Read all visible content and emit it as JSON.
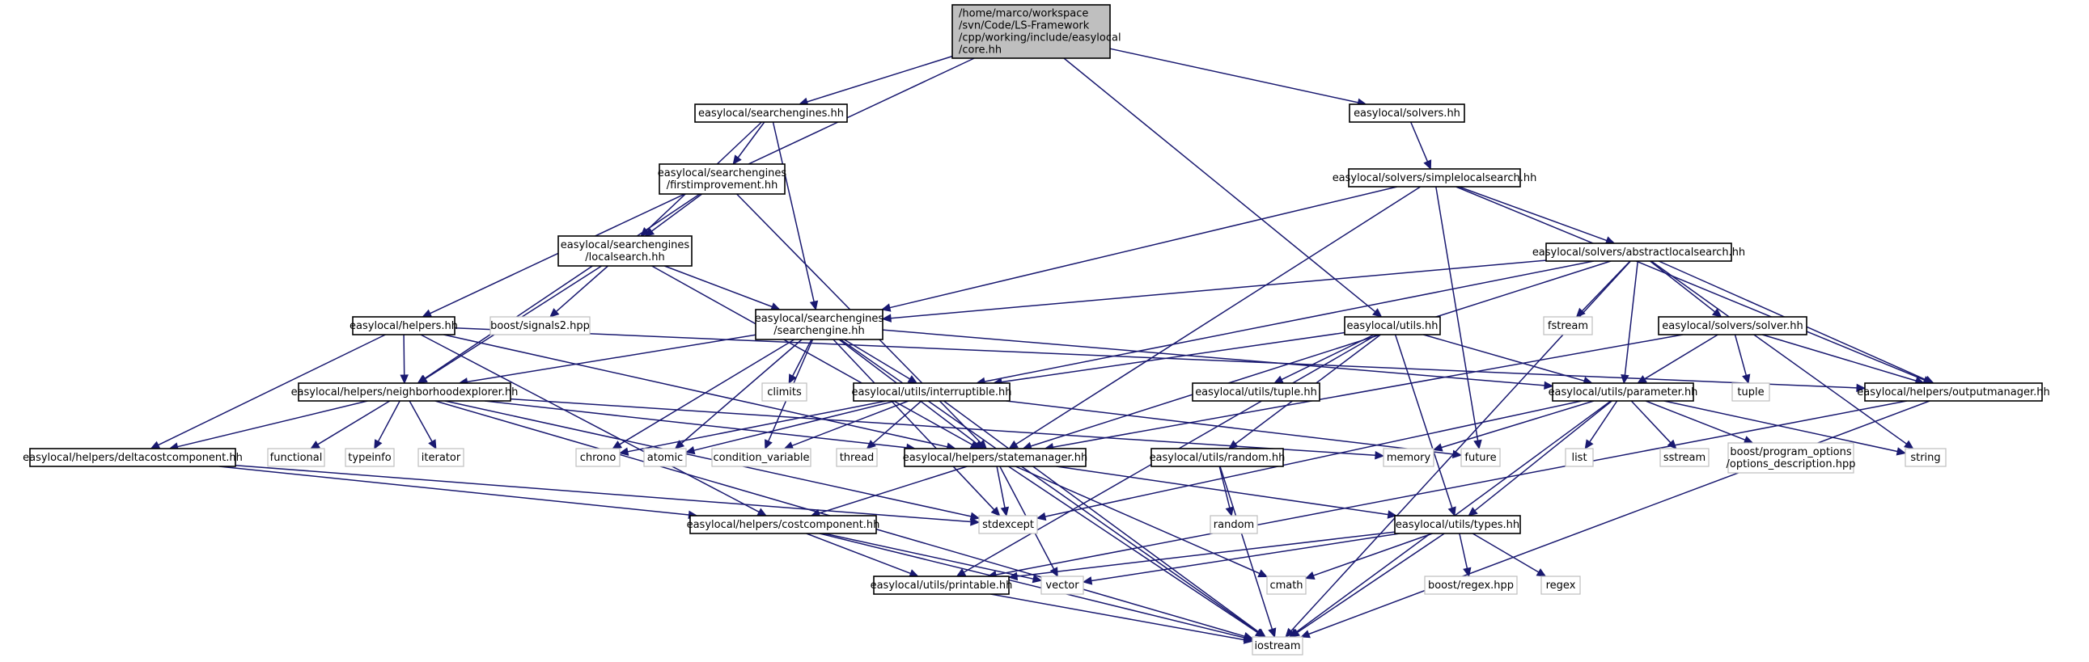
{
  "colors": {
    "edge": "#191970",
    "root_fill": "#bfbfbf",
    "box_border": "#000000",
    "system_border": "#bfbfbf"
  },
  "nodes": [
    {
      "id": "core",
      "lines": [
        "/home/marco/workspace",
        "/svn/Code/LS-Framework",
        "/cpp/working/include/easylocal",
        "/core.hh"
      ],
      "kind": "root"
    },
    {
      "id": "searchengines",
      "lines": [
        "easylocal/searchengines.hh"
      ],
      "kind": "file"
    },
    {
      "id": "solvers",
      "lines": [
        "easylocal/solvers.hh"
      ],
      "kind": "file"
    },
    {
      "id": "helpers",
      "lines": [
        "easylocal/helpers.hh"
      ],
      "kind": "file"
    },
    {
      "id": "firstimprovement",
      "lines": [
        "easylocal/searchengines",
        "/firstimprovement.hh"
      ],
      "kind": "file"
    },
    {
      "id": "localsearch",
      "lines": [
        "easylocal/searchengines",
        "/localsearch.hh"
      ],
      "kind": "file"
    },
    {
      "id": "simplelocalsearch",
      "lines": [
        "easylocal/solvers/simplelocalsearch.hh"
      ],
      "kind": "file"
    },
    {
      "id": "abstractlocalsearch",
      "lines": [
        "easylocal/solvers/abstractlocalsearch.hh"
      ],
      "kind": "file"
    },
    {
      "id": "searchengine",
      "lines": [
        "easylocal/searchengines",
        "/searchengine.hh"
      ],
      "kind": "file"
    },
    {
      "id": "utils",
      "lines": [
        "easylocal/utils.hh"
      ],
      "kind": "file"
    },
    {
      "id": "solver",
      "lines": [
        "easylocal/solvers/solver.hh"
      ],
      "kind": "file"
    },
    {
      "id": "neighborhoodexplorer",
      "lines": [
        "easylocal/helpers/neighborhoodexplorer.hh"
      ],
      "kind": "file"
    },
    {
      "id": "interruptible",
      "lines": [
        "easylocal/utils/interruptible.hh"
      ],
      "kind": "file"
    },
    {
      "id": "tuple_hh",
      "lines": [
        "easylocal/utils/tuple.hh"
      ],
      "kind": "file"
    },
    {
      "id": "parameter",
      "lines": [
        "easylocal/utils/parameter.hh"
      ],
      "kind": "file"
    },
    {
      "id": "outputmanager",
      "lines": [
        "easylocal/helpers/outputmanager.hh"
      ],
      "kind": "file"
    },
    {
      "id": "deltacostcomponent",
      "lines": [
        "easylocal/helpers/deltacostcomponent.hh"
      ],
      "kind": "file"
    },
    {
      "id": "statemanager",
      "lines": [
        "easylocal/helpers/statemanager.hh"
      ],
      "kind": "file"
    },
    {
      "id": "random_hh",
      "lines": [
        "easylocal/utils/random.hh"
      ],
      "kind": "file"
    },
    {
      "id": "costcomponent",
      "lines": [
        "easylocal/helpers/costcomponent.hh"
      ],
      "kind": "file"
    },
    {
      "id": "types",
      "lines": [
        "easylocal/utils/types.hh"
      ],
      "kind": "file"
    },
    {
      "id": "printable",
      "lines": [
        "easylocal/utils/printable.hh"
      ],
      "kind": "file"
    },
    {
      "id": "boost_signals2",
      "lines": [
        "boost/signals2.hpp"
      ],
      "kind": "system"
    },
    {
      "id": "climits",
      "lines": [
        "climits"
      ],
      "kind": "system"
    },
    {
      "id": "fstream",
      "lines": [
        "fstream"
      ],
      "kind": "system"
    },
    {
      "id": "tuple",
      "lines": [
        "tuple"
      ],
      "kind": "system"
    },
    {
      "id": "functional",
      "lines": [
        "functional"
      ],
      "kind": "system"
    },
    {
      "id": "typeinfo",
      "lines": [
        "typeinfo"
      ],
      "kind": "system"
    },
    {
      "id": "iterator",
      "lines": [
        "iterator"
      ],
      "kind": "system"
    },
    {
      "id": "chrono",
      "lines": [
        "chrono"
      ],
      "kind": "system"
    },
    {
      "id": "atomic",
      "lines": [
        "atomic"
      ],
      "kind": "system"
    },
    {
      "id": "condition_variable",
      "lines": [
        "condition_variable"
      ],
      "kind": "system"
    },
    {
      "id": "thread",
      "lines": [
        "thread"
      ],
      "kind": "system"
    },
    {
      "id": "memory",
      "lines": [
        "memory"
      ],
      "kind": "system"
    },
    {
      "id": "future",
      "lines": [
        "future"
      ],
      "kind": "system"
    },
    {
      "id": "list",
      "lines": [
        "list"
      ],
      "kind": "system"
    },
    {
      "id": "sstream",
      "lines": [
        "sstream"
      ],
      "kind": "system"
    },
    {
      "id": "options_description",
      "lines": [
        "boost/program_options",
        "/options_description.hpp"
      ],
      "kind": "system"
    },
    {
      "id": "string",
      "lines": [
        "string"
      ],
      "kind": "system"
    },
    {
      "id": "random",
      "lines": [
        "random"
      ],
      "kind": "system"
    },
    {
      "id": "stdexcept",
      "lines": [
        "stdexcept"
      ],
      "kind": "system"
    },
    {
      "id": "vector",
      "lines": [
        "vector"
      ],
      "kind": "system"
    },
    {
      "id": "cmath",
      "lines": [
        "cmath"
      ],
      "kind": "system"
    },
    {
      "id": "boost_regex",
      "lines": [
        "boost/regex.hpp"
      ],
      "kind": "system"
    },
    {
      "id": "regex",
      "lines": [
        "regex"
      ],
      "kind": "system"
    },
    {
      "id": "iostream",
      "lines": [
        "iostream"
      ],
      "kind": "system"
    }
  ],
  "edges": [
    [
      "core",
      "searchengines"
    ],
    [
      "core",
      "solvers"
    ],
    [
      "core",
      "helpers"
    ],
    [
      "core",
      "utils"
    ],
    [
      "searchengines",
      "firstimprovement"
    ],
    [
      "searchengines",
      "localsearch"
    ],
    [
      "searchengines",
      "searchengine"
    ],
    [
      "firstimprovement",
      "localsearch"
    ],
    [
      "firstimprovement",
      "neighborhoodexplorer"
    ],
    [
      "firstimprovement",
      "statemanager"
    ],
    [
      "localsearch",
      "boost_signals2"
    ],
    [
      "localsearch",
      "searchengine"
    ],
    [
      "localsearch",
      "neighborhoodexplorer"
    ],
    [
      "localsearch",
      "statemanager"
    ],
    [
      "solvers",
      "simplelocalsearch"
    ],
    [
      "simplelocalsearch",
      "abstractlocalsearch"
    ],
    [
      "simplelocalsearch",
      "searchengine"
    ],
    [
      "simplelocalsearch",
      "statemanager"
    ],
    [
      "simplelocalsearch",
      "future"
    ],
    [
      "simplelocalsearch",
      "outputmanager"
    ],
    [
      "abstractlocalsearch",
      "searchengine"
    ],
    [
      "abstractlocalsearch",
      "fstream"
    ],
    [
      "abstractlocalsearch",
      "solver"
    ],
    [
      "abstractlocalsearch",
      "parameter"
    ],
    [
      "abstractlocalsearch",
      "outputmanager"
    ],
    [
      "abstractlocalsearch",
      "interruptible"
    ],
    [
      "abstractlocalsearch",
      "statemanager"
    ],
    [
      "abstractlocalsearch",
      "string"
    ],
    [
      "abstractlocalsearch",
      "iostream"
    ],
    [
      "helpers",
      "neighborhoodexplorer"
    ],
    [
      "helpers",
      "deltacostcomponent"
    ],
    [
      "helpers",
      "statemanager"
    ],
    [
      "helpers",
      "outputmanager"
    ],
    [
      "helpers",
      "costcomponent"
    ],
    [
      "searchengine",
      "climits"
    ],
    [
      "searchengine",
      "neighborhoodexplorer"
    ],
    [
      "searchengine",
      "interruptible"
    ],
    [
      "searchengine",
      "parameter"
    ],
    [
      "searchengine",
      "statemanager"
    ],
    [
      "searchengine",
      "chrono"
    ],
    [
      "searchengine",
      "atomic"
    ],
    [
      "searchengine",
      "condition_variable"
    ],
    [
      "searchengine",
      "stdexcept"
    ],
    [
      "searchengine",
      "iostream"
    ],
    [
      "utils",
      "interruptible"
    ],
    [
      "utils",
      "tuple_hh"
    ],
    [
      "utils",
      "parameter"
    ],
    [
      "utils",
      "random_hh"
    ],
    [
      "utils",
      "types"
    ],
    [
      "utils",
      "printable"
    ],
    [
      "solver",
      "parameter"
    ],
    [
      "solver",
      "outputmanager"
    ],
    [
      "solver",
      "tuple"
    ],
    [
      "solver",
      "statemanager"
    ],
    [
      "neighborhoodexplorer",
      "deltacostcomponent"
    ],
    [
      "neighborhoodexplorer",
      "functional"
    ],
    [
      "neighborhoodexplorer",
      "typeinfo"
    ],
    [
      "neighborhoodexplorer",
      "iterator"
    ],
    [
      "neighborhoodexplorer",
      "statemanager"
    ],
    [
      "neighborhoodexplorer",
      "memory"
    ],
    [
      "neighborhoodexplorer",
      "stdexcept"
    ],
    [
      "neighborhoodexplorer",
      "iostream"
    ],
    [
      "interruptible",
      "chrono"
    ],
    [
      "interruptible",
      "atomic"
    ],
    [
      "interruptible",
      "condition_variable"
    ],
    [
      "interruptible",
      "thread"
    ],
    [
      "interruptible",
      "future"
    ],
    [
      "interruptible",
      "iostream"
    ],
    [
      "parameter",
      "memory"
    ],
    [
      "parameter",
      "list"
    ],
    [
      "parameter",
      "sstream"
    ],
    [
      "parameter",
      "options_description"
    ],
    [
      "parameter",
      "string"
    ],
    [
      "parameter",
      "stdexcept"
    ],
    [
      "parameter",
      "types"
    ],
    [
      "parameter",
      "iostream"
    ],
    [
      "outputmanager",
      "printable"
    ],
    [
      "outputmanager",
      "iostream"
    ],
    [
      "deltacostcomponent",
      "costcomponent"
    ],
    [
      "deltacostcomponent",
      "stdexcept"
    ],
    [
      "statemanager",
      "costcomponent"
    ],
    [
      "statemanager",
      "stdexcept"
    ],
    [
      "statemanager",
      "types"
    ],
    [
      "statemanager",
      "vector"
    ],
    [
      "statemanager",
      "cmath"
    ],
    [
      "statemanager",
      "iostream"
    ],
    [
      "random_hh",
      "random"
    ],
    [
      "random_hh",
      "iostream"
    ],
    [
      "costcomponent",
      "printable"
    ],
    [
      "costcomponent",
      "vector"
    ],
    [
      "costcomponent",
      "iostream"
    ],
    [
      "types",
      "printable"
    ],
    [
      "types",
      "vector"
    ],
    [
      "types",
      "cmath"
    ],
    [
      "types",
      "boost_regex"
    ],
    [
      "types",
      "regex"
    ],
    [
      "types",
      "iostream"
    ],
    [
      "printable",
      "iostream"
    ]
  ]
}
